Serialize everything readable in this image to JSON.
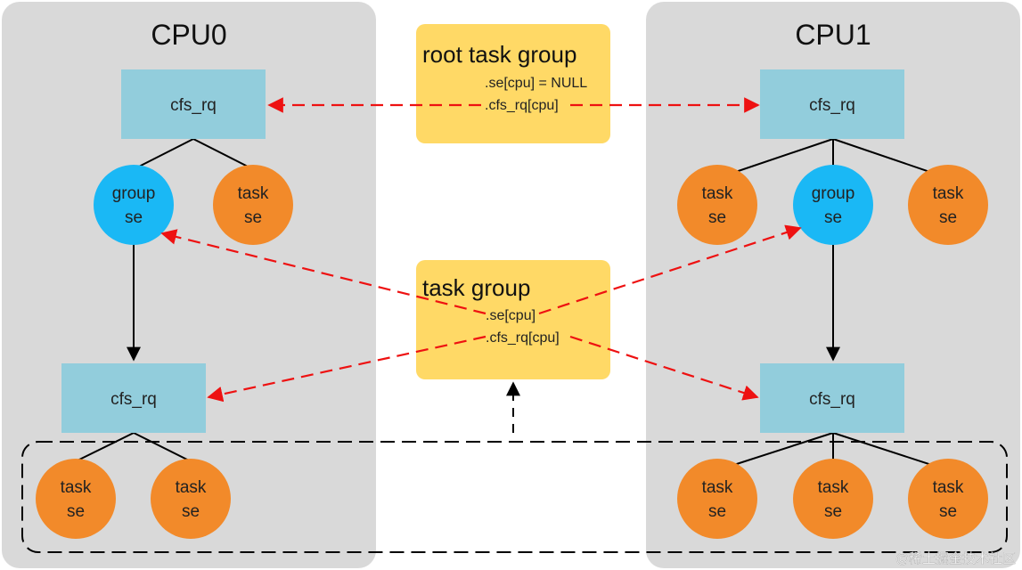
{
  "cpu0": {
    "title": "CPU0",
    "top_rq": "cfs_rq",
    "group_se": [
      "group",
      "se"
    ],
    "top_task": [
      "task",
      "se"
    ],
    "bottom_rq": "cfs_rq",
    "bottom_tasks": [
      [
        "task",
        "se"
      ],
      [
        "task",
        "se"
      ]
    ]
  },
  "cpu1": {
    "title": "CPU1",
    "top_rq": "cfs_rq",
    "top_task_left": [
      "task",
      "se"
    ],
    "group_se": [
      "group",
      "se"
    ],
    "top_task_right": [
      "task",
      "se"
    ],
    "bottom_rq": "cfs_rq",
    "bottom_tasks": [
      [
        "task",
        "se"
      ],
      [
        "task",
        "se"
      ],
      [
        "task",
        "se"
      ]
    ]
  },
  "root_group": {
    "title": "root task group",
    "field_se": ".se[cpu] = NULL",
    "field_cfs": ".cfs_rq[cpu]"
  },
  "task_group": {
    "title": "task group",
    "field_se": ".se[cpu]",
    "field_cfs": ".cfs_rq[cpu]"
  },
  "watermark": "@稀土掘金技术社区",
  "colors": {
    "panel": "#d9d9d9",
    "rq": "#92cddc",
    "task": "#f28a2a",
    "group": "#1ab8f5",
    "groupbox": "#ffd966",
    "arrow_red": "#ee1111",
    "line": "#000000"
  }
}
